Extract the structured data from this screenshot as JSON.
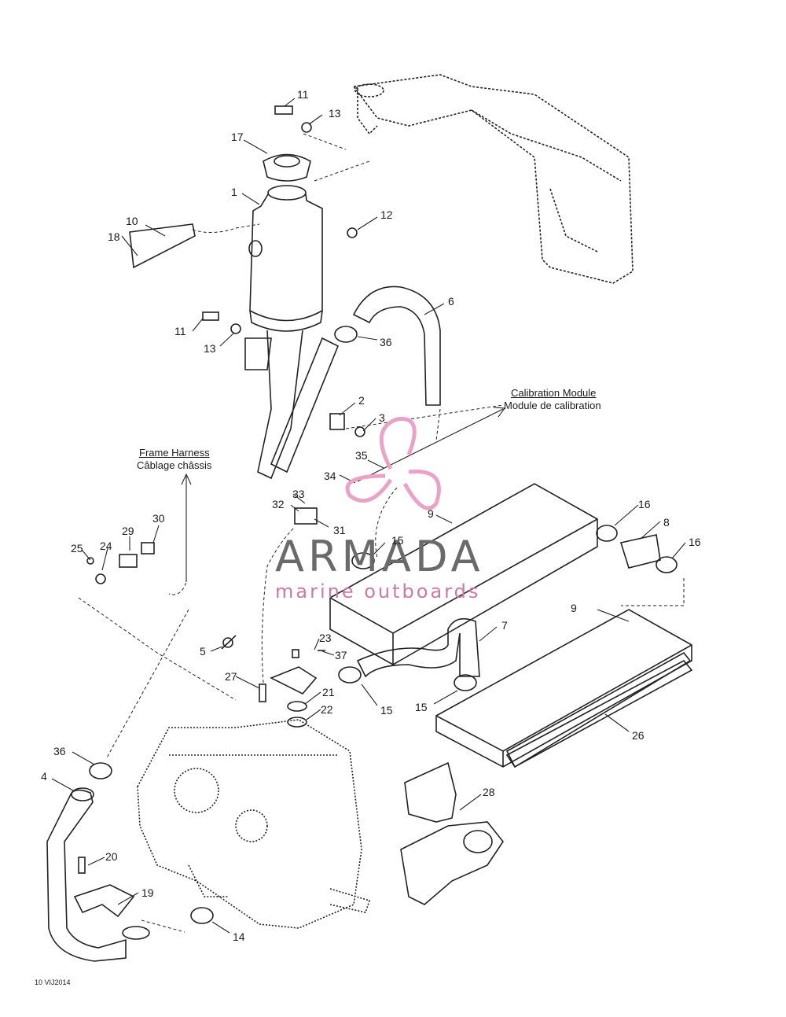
{
  "callouts": [
    {
      "id": "c1",
      "text": "11"
    },
    {
      "id": "c2",
      "text": "13"
    },
    {
      "id": "c3",
      "text": "17"
    },
    {
      "id": "c4",
      "text": "1"
    },
    {
      "id": "c5",
      "text": "12"
    },
    {
      "id": "c6",
      "text": "10"
    },
    {
      "id": "c7",
      "text": "18"
    },
    {
      "id": "c8",
      "text": "6"
    },
    {
      "id": "c9",
      "text": "11"
    },
    {
      "id": "c10",
      "text": "13"
    },
    {
      "id": "c11",
      "text": "36"
    },
    {
      "id": "c12",
      "text": "2"
    },
    {
      "id": "c13",
      "text": "3"
    },
    {
      "id": "c14",
      "text": "35"
    },
    {
      "id": "c15",
      "text": "34"
    },
    {
      "id": "c16",
      "text": "33"
    },
    {
      "id": "c17",
      "text": "32"
    },
    {
      "id": "c18",
      "text": "31"
    },
    {
      "id": "c19",
      "text": "9"
    },
    {
      "id": "c20",
      "text": "16"
    },
    {
      "id": "c21",
      "text": "8"
    },
    {
      "id": "c22",
      "text": "16"
    },
    {
      "id": "c23",
      "text": "15"
    },
    {
      "id": "c24",
      "text": "30"
    },
    {
      "id": "c25",
      "text": "29"
    },
    {
      "id": "c26",
      "text": "25"
    },
    {
      "id": "c27",
      "text": "24"
    },
    {
      "id": "c28",
      "text": "9"
    },
    {
      "id": "c29",
      "text": "7"
    },
    {
      "id": "c30",
      "text": "5"
    },
    {
      "id": "c31",
      "text": "23"
    },
    {
      "id": "c32",
      "text": "37"
    },
    {
      "id": "c33",
      "text": "27"
    },
    {
      "id": "c34",
      "text": "21"
    },
    {
      "id": "c35",
      "text": "22"
    },
    {
      "id": "c36",
      "text": "15"
    },
    {
      "id": "c37",
      "text": "15"
    },
    {
      "id": "c38",
      "text": "26"
    },
    {
      "id": "c39",
      "text": "36"
    },
    {
      "id": "c40",
      "text": "4"
    },
    {
      "id": "c41",
      "text": "28"
    },
    {
      "id": "c42",
      "text": "20"
    },
    {
      "id": "c43",
      "text": "19"
    },
    {
      "id": "c44",
      "text": "14"
    }
  ],
  "captions": {
    "calibration_en": "Calibration Module",
    "calibration_fr": "Module de calibration",
    "harness_en": "Frame Harness",
    "harness_fr": "Câblage châssis"
  },
  "watermark": {
    "name": "ARMADA",
    "tagline": "marine outboards",
    "logo_color": "#e8a3c7",
    "text_color": "#6a6a6a"
  },
  "drawing_code": "10 VIJ2014"
}
